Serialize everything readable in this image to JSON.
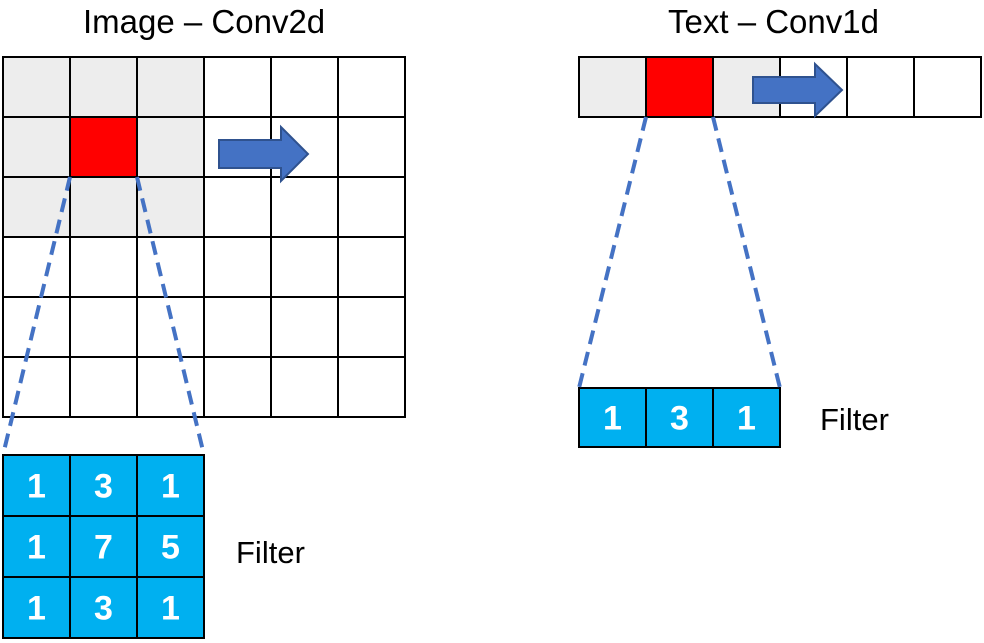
{
  "colors": {
    "shaded_cell": "#ededed",
    "active_cell": "#ff0000",
    "filter_fill": "#00b0f0",
    "filter_text": "#ffffff",
    "arrow": "#4472c4",
    "dashed_line": "#4472c4",
    "grid_line": "#000000"
  },
  "conv2d": {
    "title": "Image – Conv2d",
    "rows": 6,
    "cols": 6,
    "shaded_cells": [
      [
        0,
        0
      ],
      [
        0,
        1
      ],
      [
        0,
        2
      ],
      [
        1,
        0
      ],
      [
        1,
        2
      ],
      [
        2,
        0
      ],
      [
        2,
        1
      ],
      [
        2,
        2
      ]
    ],
    "active_cell": [
      1,
      1
    ],
    "filter_label": "Filter",
    "filter_values": [
      [
        "1",
        "3",
        "1"
      ],
      [
        "1",
        "7",
        "5"
      ],
      [
        "1",
        "3",
        "1"
      ]
    ]
  },
  "conv1d": {
    "title": "Text – Conv1d",
    "cols": 6,
    "shaded_cells": [
      0,
      2
    ],
    "active_cell": 1,
    "filter_label": "Filter",
    "filter_values": [
      "1",
      "3",
      "1"
    ]
  }
}
